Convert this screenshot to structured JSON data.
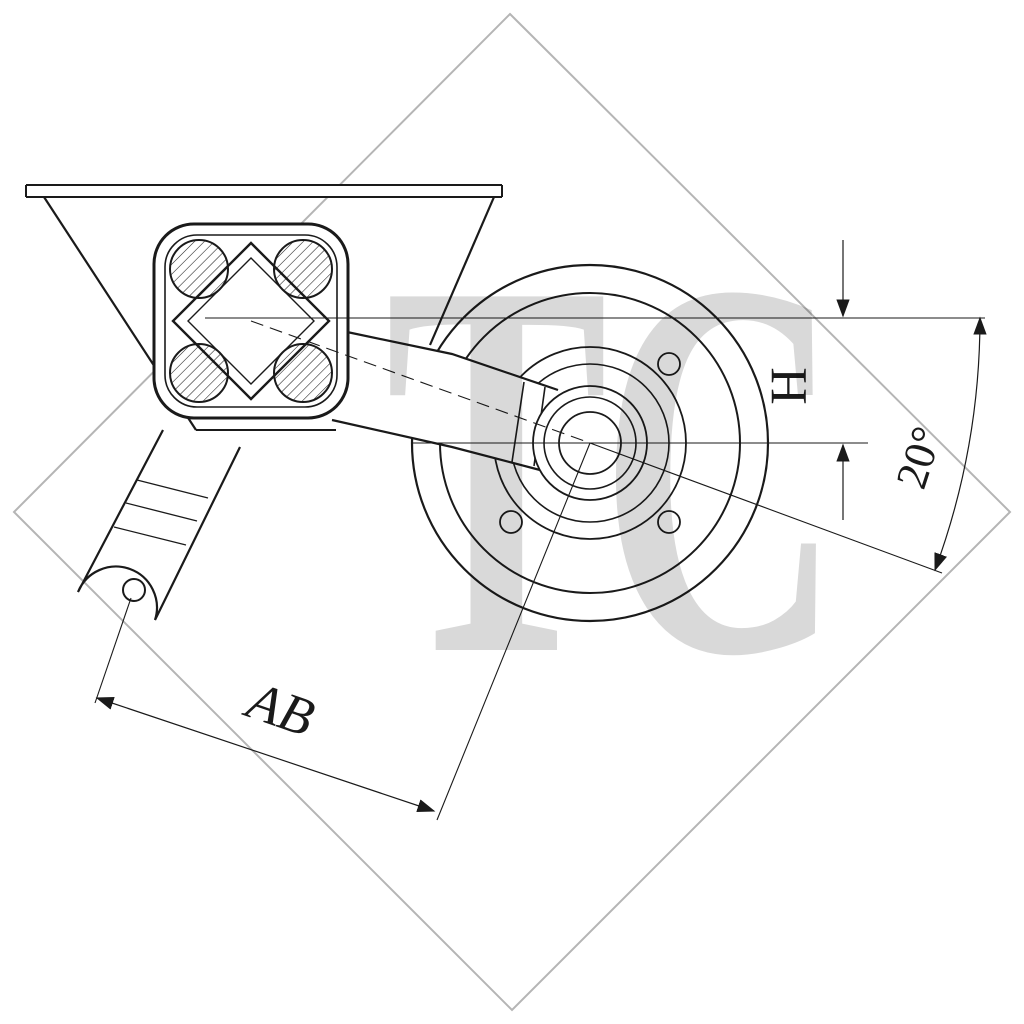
{
  "watermark": {
    "text": "TC",
    "color": "#d9d9d9"
  },
  "labels": {
    "ab": "AB",
    "h": "H",
    "angle": "20°"
  },
  "colors": {
    "line": "#1a1a1a",
    "border": "#b5b5b5",
    "background": "#ffffff"
  }
}
